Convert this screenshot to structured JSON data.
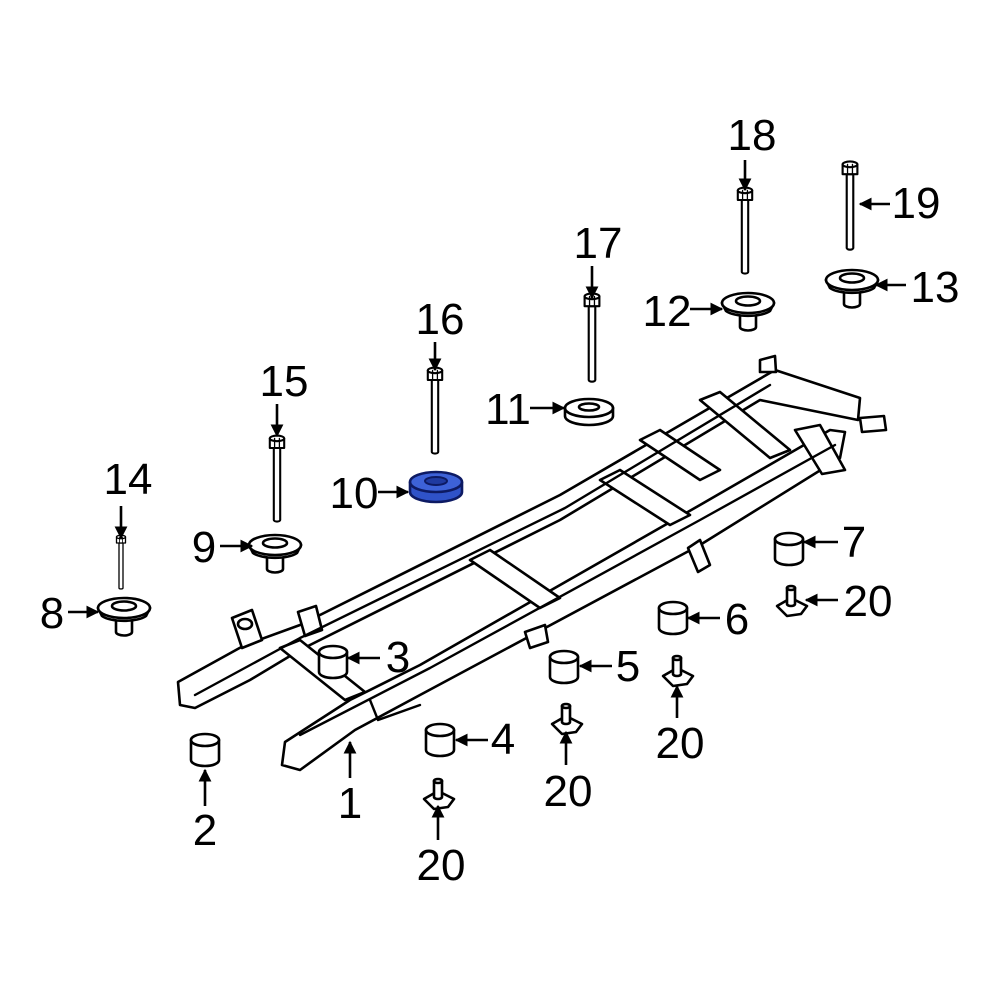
{
  "colors": {
    "background": "#ffffff",
    "line": "#000000",
    "highlight_fill": "#2f52c8",
    "highlight_stroke": "#0d1a63"
  },
  "callouts": [
    {
      "id": "1",
      "label": "1"
    },
    {
      "id": "2",
      "label": "2"
    },
    {
      "id": "3",
      "label": "3"
    },
    {
      "id": "4",
      "label": "4"
    },
    {
      "id": "5",
      "label": "5"
    },
    {
      "id": "6",
      "label": "6"
    },
    {
      "id": "7",
      "label": "7"
    },
    {
      "id": "8",
      "label": "8"
    },
    {
      "id": "9",
      "label": "9"
    },
    {
      "id": "10",
      "label": "10"
    },
    {
      "id": "11",
      "label": "11"
    },
    {
      "id": "12",
      "label": "12"
    },
    {
      "id": "13",
      "label": "13"
    },
    {
      "id": "14",
      "label": "14"
    },
    {
      "id": "15",
      "label": "15"
    },
    {
      "id": "16",
      "label": "16"
    },
    {
      "id": "17",
      "label": "17"
    },
    {
      "id": "18",
      "label": "18"
    },
    {
      "id": "19",
      "label": "19"
    },
    {
      "id": "20a",
      "label": "20"
    },
    {
      "id": "20b",
      "label": "20"
    },
    {
      "id": "20c",
      "label": "20"
    },
    {
      "id": "20d",
      "label": "20"
    }
  ]
}
